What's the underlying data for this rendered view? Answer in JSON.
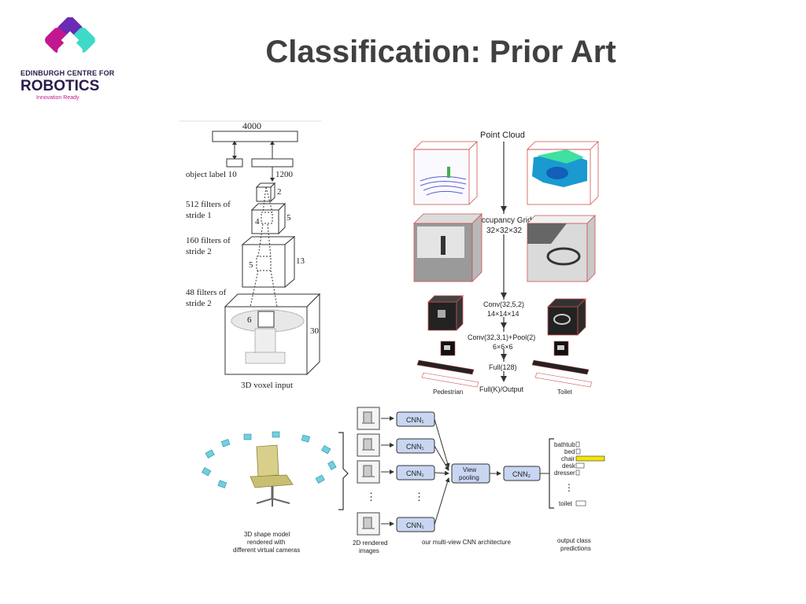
{
  "logo": {
    "line1": "EDINBURGH CENTRE FOR",
    "line2": "ROBOTICS",
    "tagline": "Innovation Ready",
    "colors": {
      "magenta": "#c2188f",
      "purple": "#6a2bb5",
      "teal": "#3fd9c7"
    }
  },
  "title": "Classification: Prior Art",
  "fig1": {
    "top_value": "4000",
    "object_label": "object label 10",
    "fc_value": "1200",
    "layer1": {
      "label_a": "512 filters of",
      "label_b": "stride 1",
      "kernel": "4",
      "size": "5",
      "top": "2"
    },
    "layer2": {
      "label_a": "160 filters of",
      "label_b": "stride 2",
      "kernel": "5",
      "size": "13"
    },
    "layer3": {
      "label_a": "48 filters of",
      "label_b": "stride 2",
      "kernel": "6",
      "size": "30"
    },
    "caption": "3D voxel input"
  },
  "fig2": {
    "stages": [
      "Point Cloud",
      "Occupancy Grid",
      "32×32×32",
      "Conv(32,5,2)",
      "14×14×14",
      "Conv(32,3,1)+Pool(2)",
      "6×6×6",
      "Full(128)",
      "Full(K)/Output"
    ],
    "left_label": "Pedestrian",
    "right_label": "Toilet"
  },
  "fig3": {
    "cnn1": "CNN₁",
    "cnn2": "CNN₂",
    "view_pooling_a": "View",
    "view_pooling_b": "pooling",
    "dots": "⋮",
    "classes": [
      "bathtub",
      "bed",
      "chair",
      "desk",
      "dresser",
      "toilet"
    ],
    "caption_model": [
      "3D shape model",
      "rendered with",
      "different virtual cameras"
    ],
    "caption_images": [
      "2D rendered",
      "images"
    ],
    "caption_arch": "our multi-view CNN architecture",
    "caption_output": [
      "output class",
      "predictions"
    ],
    "highlight_color": "#f2e600"
  }
}
